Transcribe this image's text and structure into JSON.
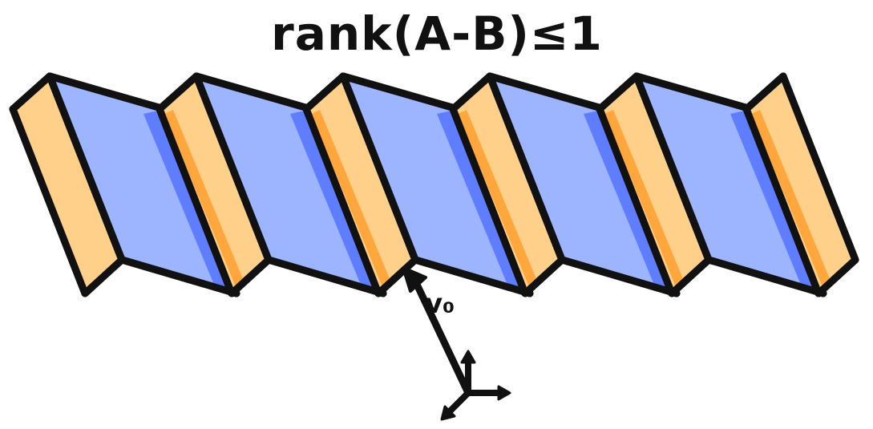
{
  "title": "rank(A-B)≤1",
  "vector_label": "v₀",
  "colors": {
    "outline": "#111111",
    "orange_face": "#ffd08a",
    "orange_shadow": "#ffa63d",
    "blue_face": "#9db4ff",
    "blue_shadow": "#5f7dff",
    "background": "#ffffff"
  },
  "panels": {
    "count": 6
  },
  "axes_icon": {
    "arrows": 3
  }
}
